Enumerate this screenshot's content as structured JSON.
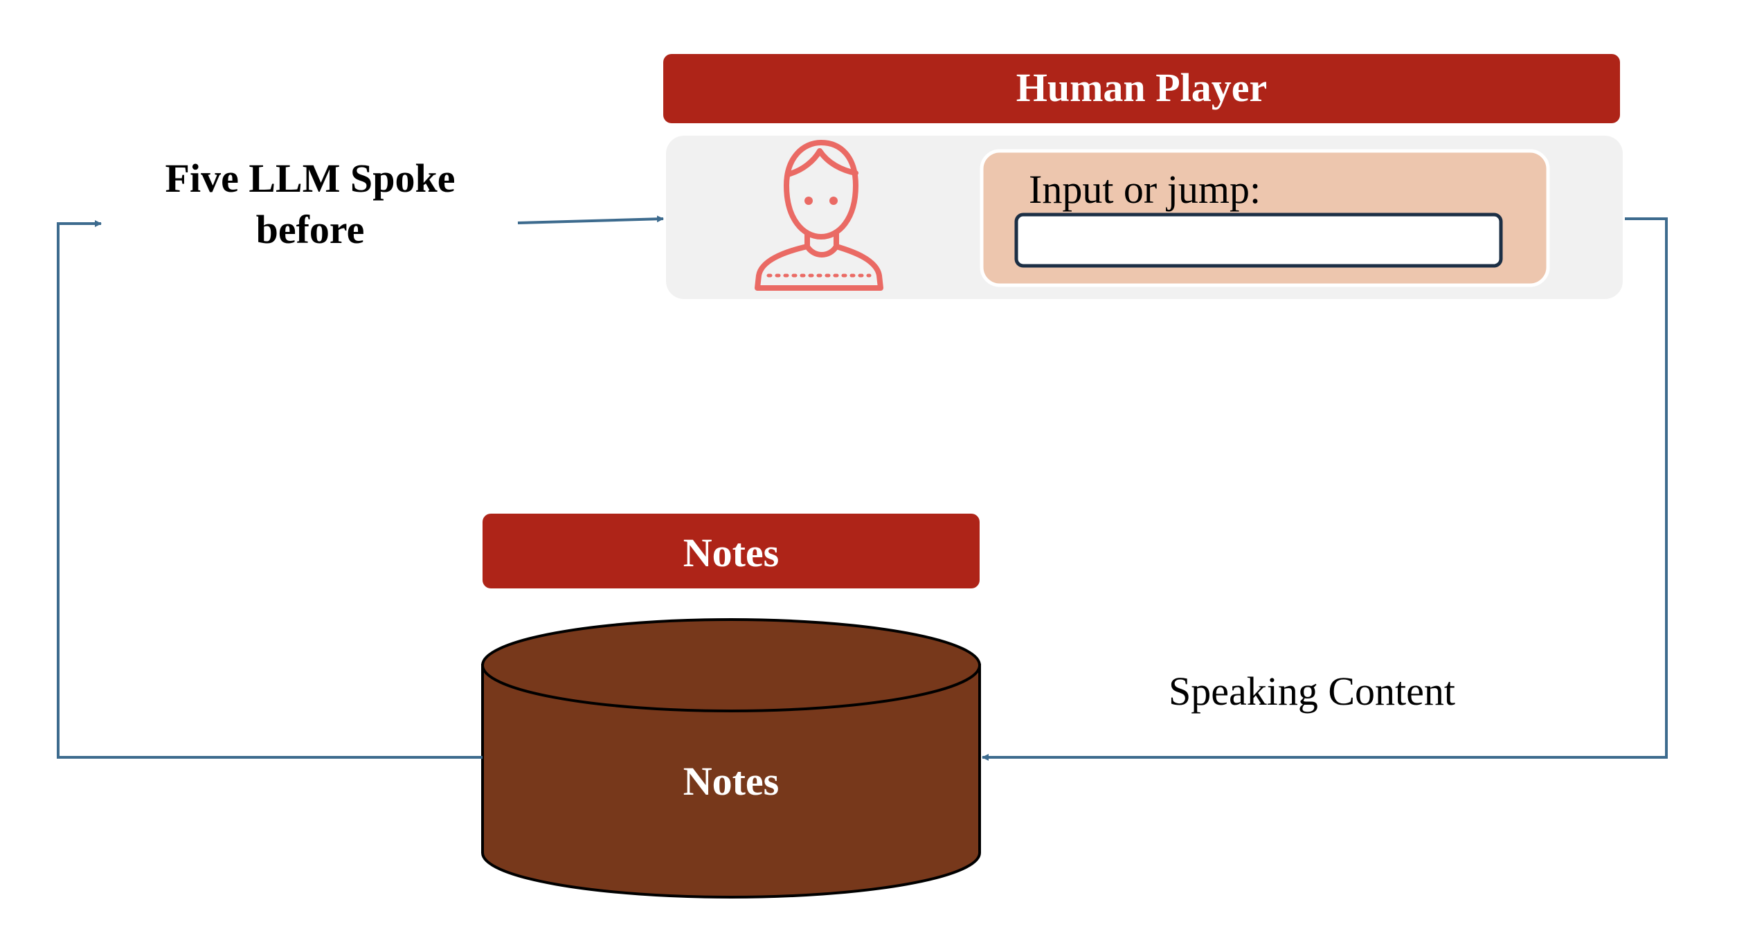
{
  "human_player": {
    "title": "Human Player",
    "input_label": "Input or jump:",
    "input_value": "",
    "avatar_icon": "person-avatar-icon"
  },
  "source_label": {
    "line1": "Five LLM Spoke",
    "line2": "before"
  },
  "notes": {
    "header": "Notes",
    "store_label": "Notes",
    "store_icon": "database-cylinder-icon"
  },
  "edge_label": "Speaking Content",
  "colors": {
    "header_red": "#ae2418",
    "panel_gray": "#f1f1f1",
    "input_panel": "#edc6ae",
    "avatar_stroke": "#ea6a64",
    "cylinder_brown": "#77381b",
    "arrow_blue": "#3d6b8e",
    "input_border": "#1c2f45"
  }
}
